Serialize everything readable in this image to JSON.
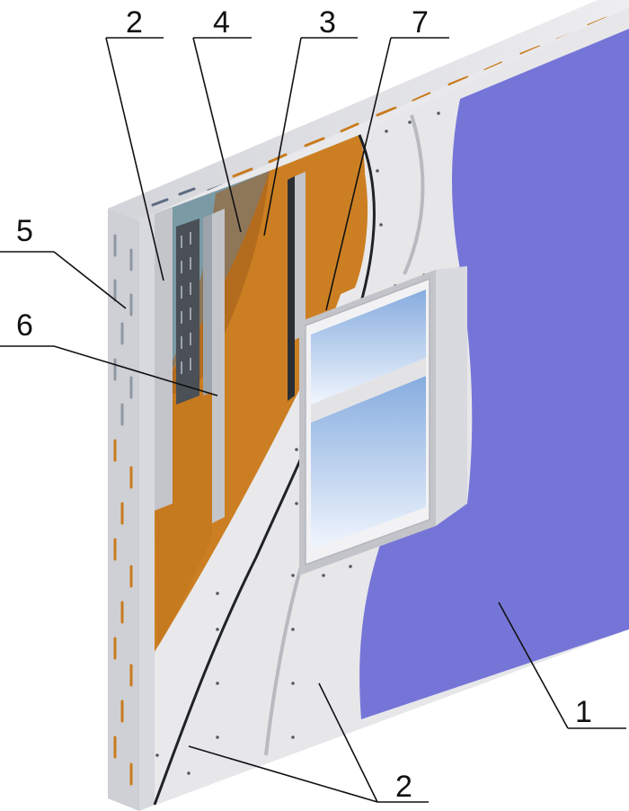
{
  "diagram": {
    "colors": {
      "cladding": "#7575d8",
      "board": "#e9e9ec",
      "board_edge": "#c7c8cd",
      "insulation": "#cc7f22",
      "insulation_dark": "#9f5b1a",
      "membrane": "#7a9aa6",
      "stud": "#b8b9bf",
      "stud_dark": "#4a5056",
      "glass_top": "#86acdf",
      "glass_bottom": "#f1f6fd"
    },
    "callouts": [
      {
        "id": "c1",
        "label": "1"
      },
      {
        "id": "c2a",
        "label": "2"
      },
      {
        "id": "c2b",
        "label": "2"
      },
      {
        "id": "c3",
        "label": "3"
      },
      {
        "id": "c4",
        "label": "4"
      },
      {
        "id": "c5",
        "label": "5"
      },
      {
        "id": "c6",
        "label": "6"
      },
      {
        "id": "c7",
        "label": "7"
      }
    ]
  }
}
